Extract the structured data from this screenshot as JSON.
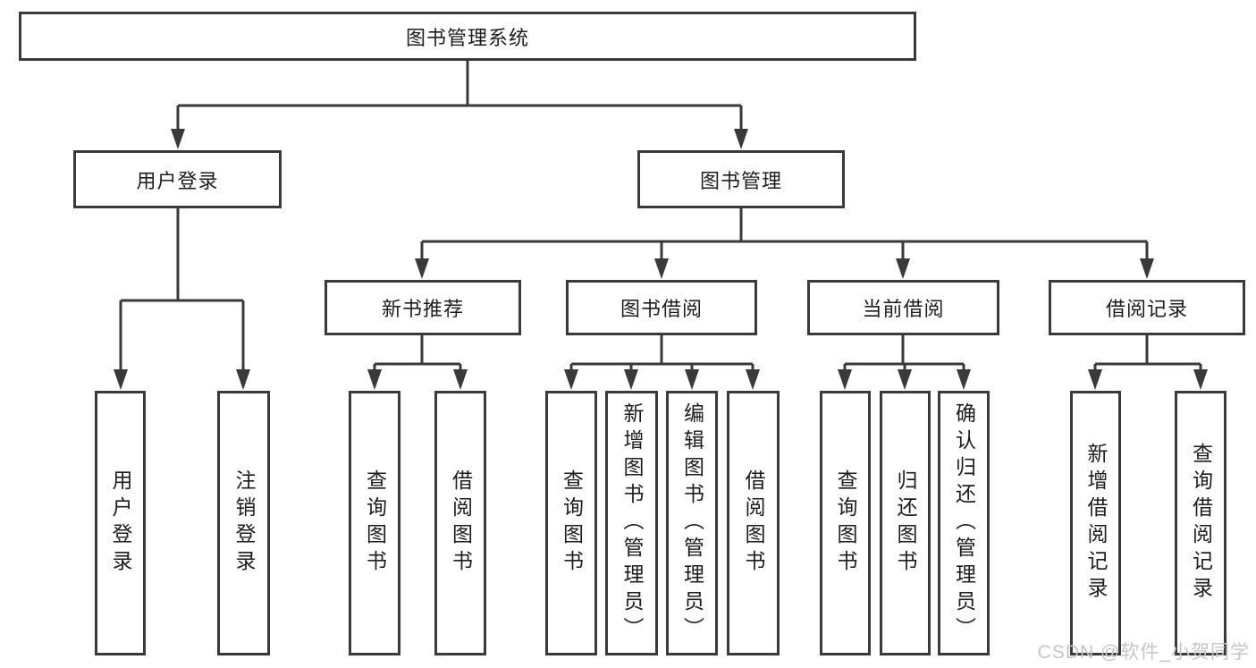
{
  "diagram": {
    "root": {
      "label": "图书管理系统"
    },
    "level2": [
      {
        "label": "用户登录"
      },
      {
        "label": "图书管理"
      }
    ],
    "level3": [
      {
        "label": "新书推荐"
      },
      {
        "label": "图书借阅"
      },
      {
        "label": "当前借阅"
      },
      {
        "label": "借阅记录"
      }
    ],
    "leaves": {
      "user_login": [
        "用户登录",
        "注销登录"
      ],
      "new_book_recommend": [
        "查询图书",
        "借阅图书"
      ],
      "book_borrowing": [
        "查询图书",
        "新增图书（管理员）",
        "编辑图书（管理员）",
        "借阅图书"
      ],
      "current_borrowing": [
        "查询图书",
        "归还图书",
        "确认归还（管理员）"
      ],
      "borrowing_records": [
        "新增借阅记录",
        "查询借阅记录"
      ]
    }
  },
  "watermark": {
    "text": "CSDN @软件_小贺同学"
  },
  "colors": {
    "line": "#3a3a3a",
    "box_border": "#3a3a3a",
    "box_fill": "#ffffff",
    "text": "#1d1d1d",
    "watermark": "#c6c6c6",
    "background": "#ffffff"
  }
}
